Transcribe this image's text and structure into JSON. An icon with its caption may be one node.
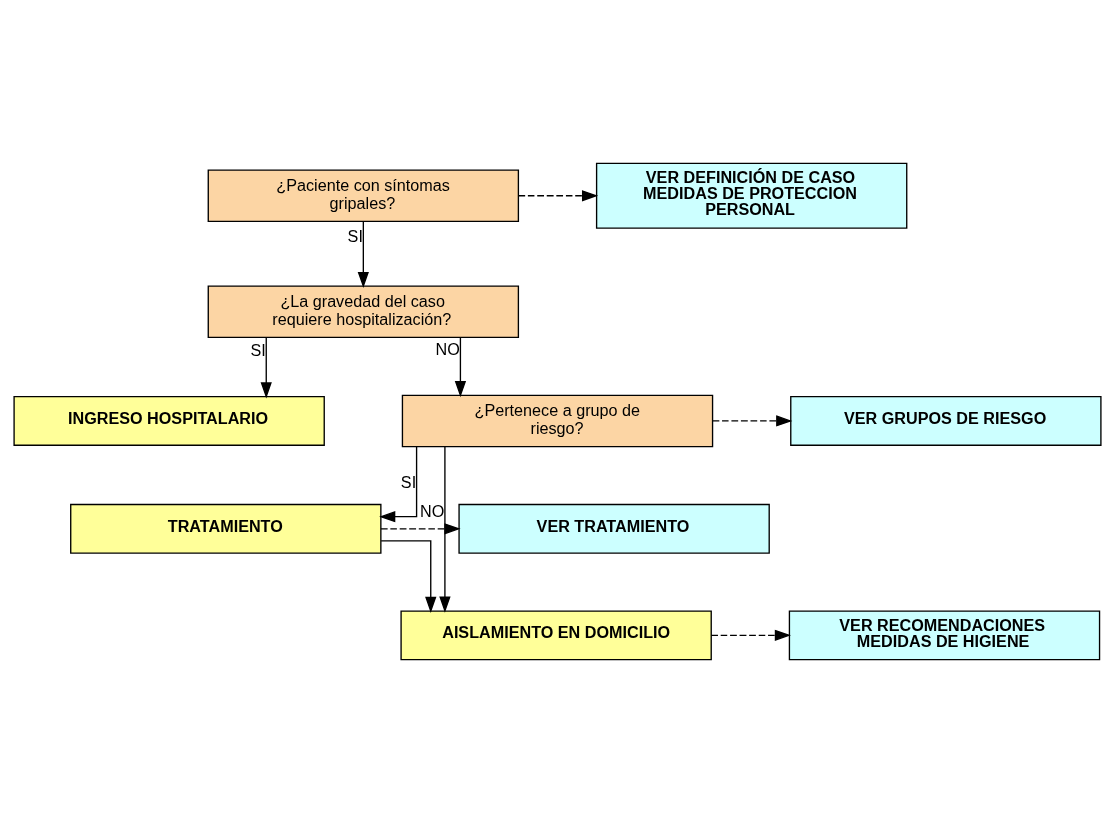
{
  "diagram": {
    "nodes": [
      {
        "text": [
          "¿Paciente con síntomas gripales?"
        ]
      },
      {
        "text": [
          "VER DEFINICIÓN DE CASO MEDIDAS DE PROTECCION PERSONAL"
        ]
      },
      {
        "text": [
          "¿La gravedad del caso requiere hospitalización?"
        ]
      },
      {
        "text": [
          "INGRESO HOSPITALARIO"
        ]
      },
      {
        "text": [
          "¿Pertenece a grupo de riesgo?"
        ]
      },
      {
        "text": [
          "VER GRUPOS DE RIESGO"
        ]
      },
      {
        "text": [
          "TRATAMIENTO"
        ]
      },
      {
        "text": [
          "VER TRATAMIENTO"
        ]
      },
      {
        "text": [
          "AISLAMIENTO EN DOMICILIO"
        ]
      },
      {
        "text": [
          "VER RECOMENDACIONES MEDIDAS DE HIGIENE"
        ]
      }
    ],
    "edges": [
      {
        "from": 0,
        "to": 1,
        "arrow": "to",
        "style": "dashed"
      },
      {
        "from": 0,
        "to": 2,
        "arrow": "to",
        "label": "SI"
      },
      {
        "from": 2,
        "to": 3,
        "arrow": "to",
        "label": "SI"
      },
      {
        "from": 2,
        "to": 4,
        "arrow": "to",
        "label": "NO"
      },
      {
        "from": 4,
        "to": 5,
        "arrow": "to",
        "style": "dashed"
      },
      {
        "from": 4,
        "to": 6,
        "arrow": "to",
        "label": "SI"
      },
      {
        "from": 4,
        "to": 8,
        "arrow": "to",
        "label": "NO"
      },
      {
        "from": 6,
        "to": 7,
        "arrow": "to",
        "style": "dashed"
      },
      {
        "from": 6,
        "to": 8,
        "arrow": "to"
      },
      {
        "from": 8,
        "to": 9,
        "arrow": "to",
        "style": "dashed"
      }
    ]
  }
}
